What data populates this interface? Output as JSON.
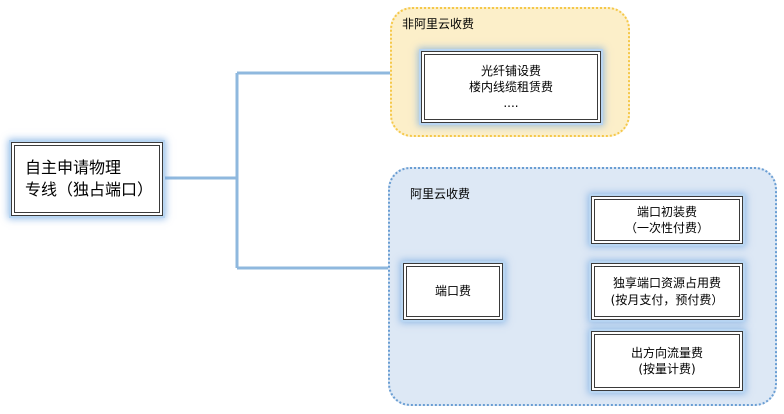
{
  "root": {
    "line1": "自主申请物理",
    "line2": "专线（独占端口）"
  },
  "groups": {
    "non_aliyun": {
      "label": "非阿里云收费",
      "items": [
        "光纤铺设费",
        "楼内线缆租赁费",
        "...."
      ]
    },
    "aliyun": {
      "label": "阿里云收费"
    }
  },
  "port_fee": {
    "label": "端口费"
  },
  "fees": [
    {
      "line1": "端口初装费",
      "line2": "（一次性付费）"
    },
    {
      "line1": "独享端口资源占用费",
      "line2": "(按月支付，预付费）"
    },
    {
      "line1": "出方向流量费",
      "line2": "(按量计费)"
    }
  ],
  "colors": {
    "connector": "#8fb8de",
    "non_aliyun_fill": "#fcefc9",
    "non_aliyun_border": "#f5c84a",
    "aliyun_fill": "#dde8f5",
    "aliyun_border": "#6a9ed3"
  }
}
